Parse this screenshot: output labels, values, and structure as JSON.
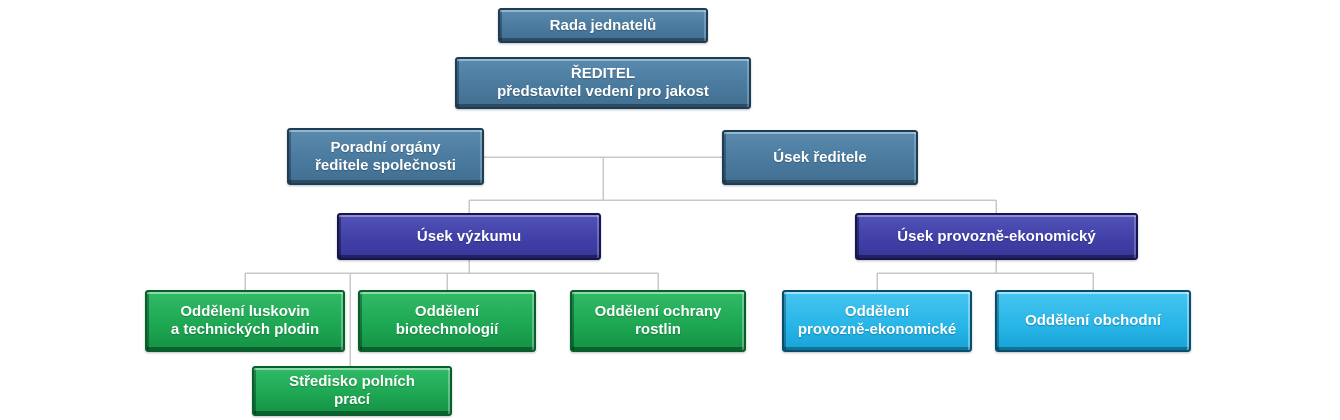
{
  "diagram": {
    "type": "org-chart",
    "language": "cs",
    "nodes": {
      "rada": {
        "lines": [
          "Rada jednatelů"
        ]
      },
      "reditel": {
        "lines": [
          "ŘEDITEL",
          "představitel vedení pro jakost"
        ]
      },
      "poradni": {
        "lines": [
          "Poradní orgány",
          "ředitele společnosti"
        ]
      },
      "usek_red": {
        "lines": [
          "Úsek ředitele"
        ]
      },
      "usek_vyz": {
        "lines": [
          "Úsek výzkumu"
        ]
      },
      "usek_prov": {
        "lines": [
          "Úsek provozně-ekonomický"
        ]
      },
      "odd_lusk": {
        "lines": [
          "Oddělení luskovin",
          "a technických plodin"
        ]
      },
      "odd_bio": {
        "lines": [
          "Oddělení",
          "biotechnologií"
        ]
      },
      "odd_ochr": {
        "lines": [
          "Oddělení ochrany",
          "rostlin"
        ]
      },
      "odd_prov": {
        "lines": [
          "Oddělení",
          "provozně-ekonomické"
        ]
      },
      "odd_obch": {
        "lines": [
          "Oddělení obchodní"
        ]
      },
      "stredisko": {
        "lines": [
          "Středisko polních",
          "prací"
        ]
      }
    },
    "hierarchy": {
      "rada": [
        "reditel"
      ],
      "reditel": [
        "poradni",
        "usek_red"
      ],
      "vedeni": [
        "usek_vyz",
        "usek_prov"
      ],
      "usek_vyz": [
        "odd_lusk",
        "odd_bio",
        "odd_ochr",
        "stredisko"
      ],
      "usek_prov": [
        "odd_prov",
        "odd_obch"
      ]
    },
    "palette": {
      "steel_fill": "#4A7A9E",
      "steel_border": "#1C3E54",
      "purple_fill": "#4040A8",
      "purple_border": "#15154F",
      "green_fill": "#1EA853",
      "green_border": "#075F2B",
      "cyan_fill": "#29B6E8",
      "cyan_border": "#084F6D",
      "text_color": "#FFFFFF",
      "connector_color": "#C8C8C8",
      "background": "#FFFFFF"
    }
  }
}
